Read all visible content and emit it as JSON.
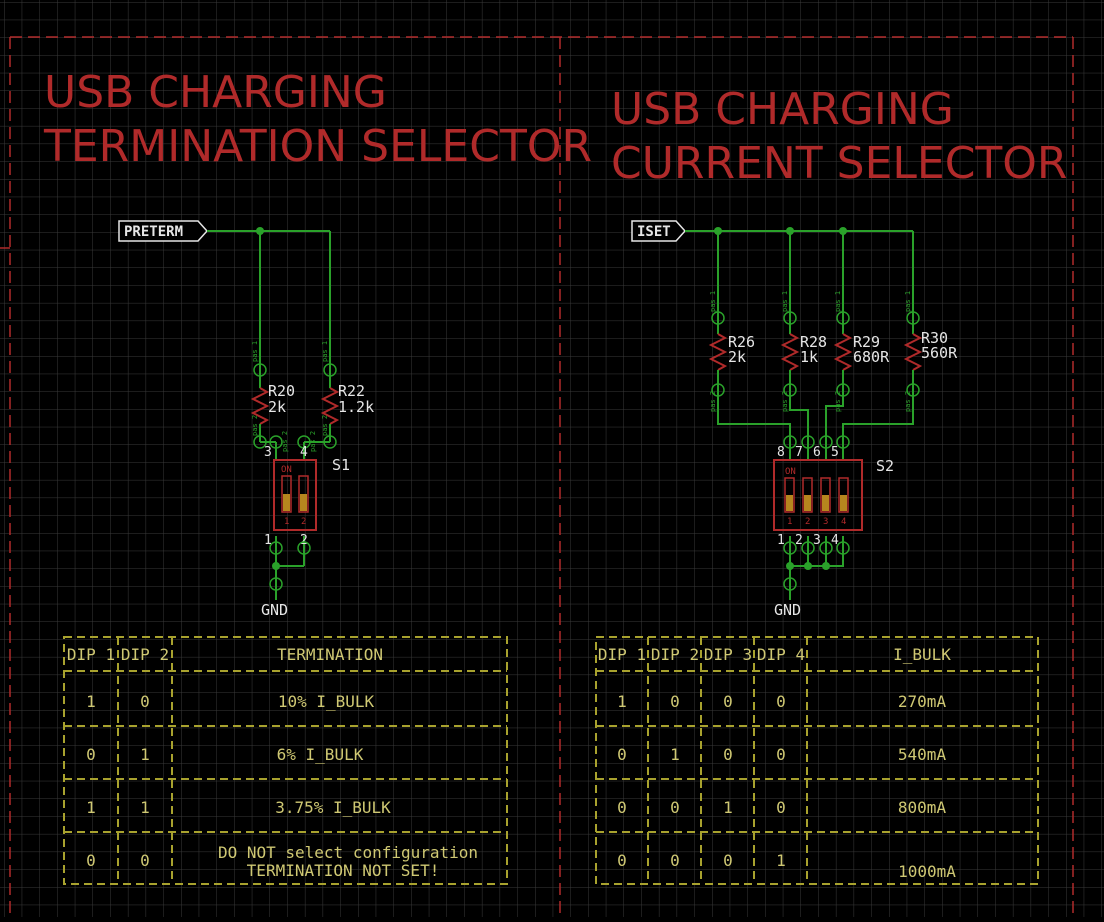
{
  "left_block": {
    "title_line1": "USB CHARGING",
    "title_line2": "TERMINATION SELECTOR",
    "port_label": "PRETERM",
    "resistors": [
      {
        "ref": "R20",
        "value": "2k"
      },
      {
        "ref": "R22",
        "value": "1.2k"
      }
    ],
    "switch_ref": "S1",
    "gnd_label": "GND",
    "dip_on": "ON",
    "dip_nums": [
      "1",
      "2"
    ],
    "pin_numbers_top": [
      "3",
      "4"
    ],
    "pin_numbers_bottom": [
      "1",
      "2"
    ],
    "table": {
      "headers": [
        "DIP 1",
        "DIP 2",
        "TERMINATION"
      ],
      "rows": [
        [
          "1",
          "0",
          "10% I_BULK"
        ],
        [
          "0",
          "1",
          "6% I_BULK"
        ],
        [
          "1",
          "1",
          "3.75% I_BULK"
        ],
        [
          "0",
          "0",
          "DO NOT select configuration",
          "TERMINATION NOT SET!"
        ]
      ]
    }
  },
  "right_block": {
    "title_line1": "USB CHARGING",
    "title_line2": "CURRENT SELECTOR",
    "port_label": "ISET",
    "resistors": [
      {
        "ref": "R26",
        "value": "2k"
      },
      {
        "ref": "R28",
        "value": "1k"
      },
      {
        "ref": "R29",
        "value": "680R"
      },
      {
        "ref": "R30",
        "value": "560R"
      }
    ],
    "switch_ref": "S2",
    "gnd_label": "GND",
    "dip_on": "ON",
    "dip_nums": [
      "1",
      "2",
      "3",
      "4"
    ],
    "pin_numbers_top": [
      "8",
      "7",
      "6",
      "5"
    ],
    "pin_numbers_bottom": [
      "1",
      "2",
      "3",
      "4"
    ],
    "table": {
      "headers": [
        "DIP 1",
        "DIP 2",
        "DIP 3",
        "DIP 4",
        "I_BULK"
      ],
      "rows": [
        [
          "1",
          "0",
          "0",
          "0",
          "270mA"
        ],
        [
          "0",
          "1",
          "0",
          "0",
          "540mA"
        ],
        [
          "0",
          "0",
          "1",
          "0",
          "800mA"
        ],
        [
          "0",
          "0",
          "0",
          "1",
          "1000mA"
        ]
      ]
    }
  },
  "pin_label_1": "pas 1",
  "pin_label_2": "pas 2",
  "colors": {
    "background": "#000000",
    "grid": "#3a3a3a",
    "wire": "#2aa12a",
    "component": "#b02a2a",
    "table": "#a8a22e",
    "text": "#e6e6e6"
  }
}
